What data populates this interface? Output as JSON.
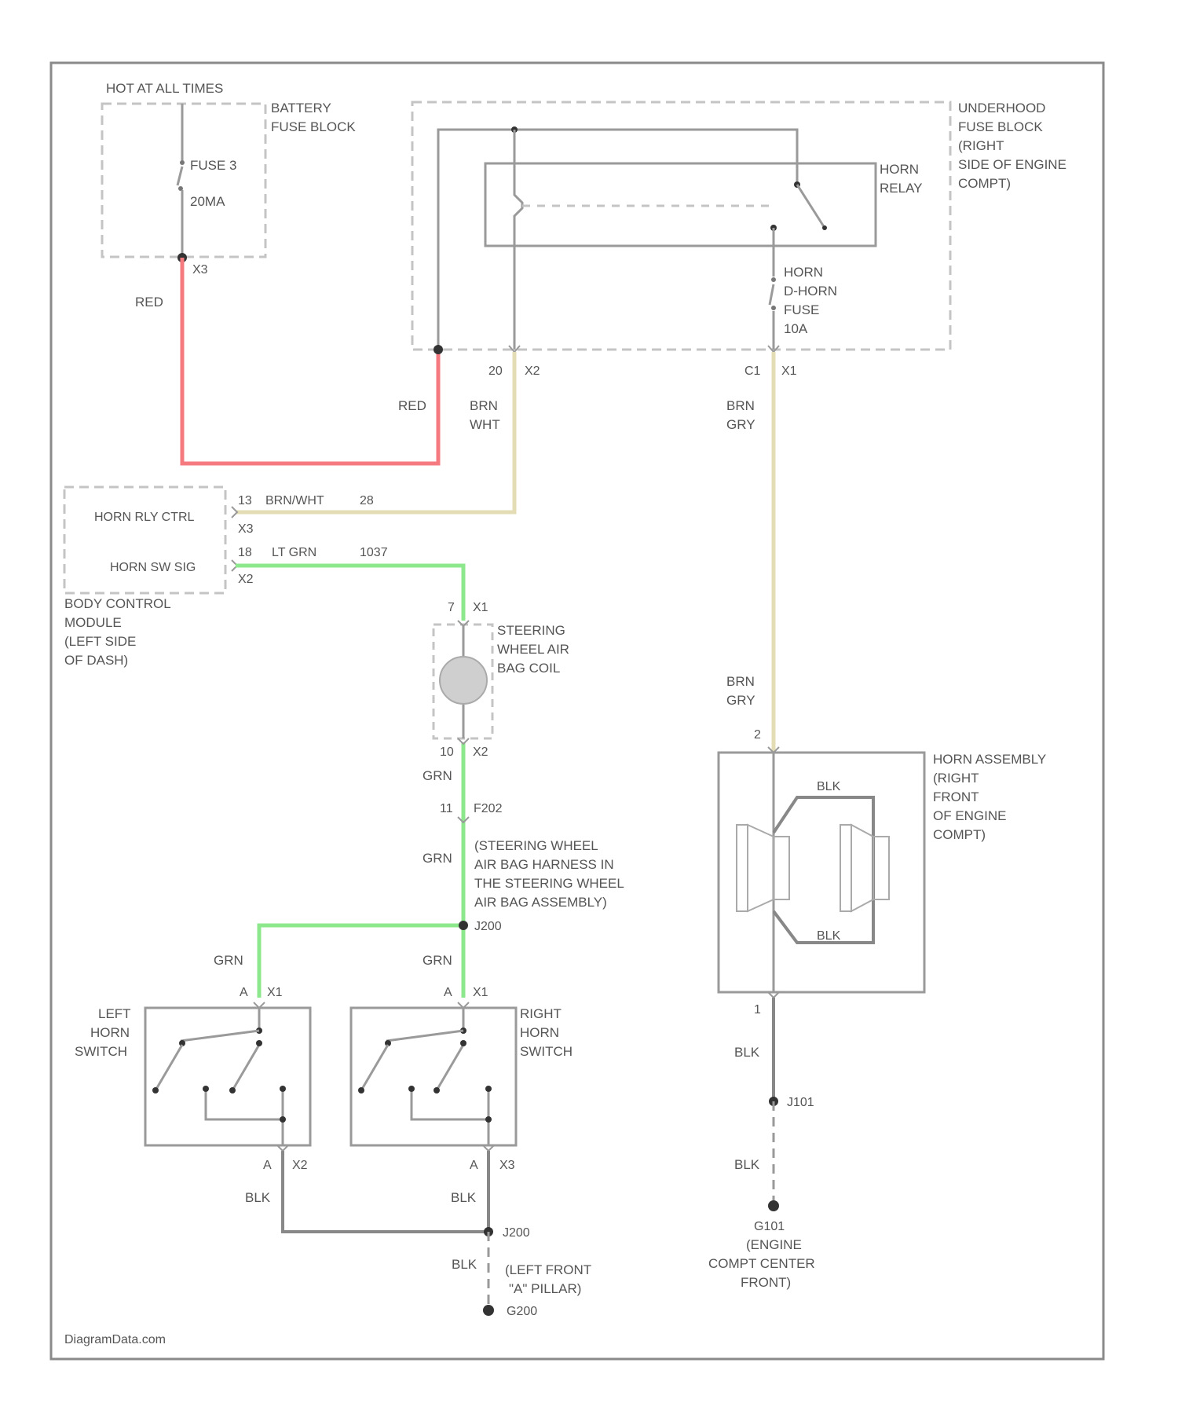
{
  "diagram": {
    "watermark": "DiagramData.com",
    "battery_fuse_block": {
      "top_label": "HOT AT ALL TIMES",
      "name": [
        "BATTERY",
        "FUSE BLOCK"
      ],
      "fuse": [
        "FUSE 3",
        "20MA"
      ],
      "connector": "X3"
    },
    "underhood_fuse_block": {
      "name": [
        "UNDERHOOD",
        "FUSE BLOCK",
        "(RIGHT",
        "SIDE OF ENGINE",
        "COMPT)"
      ],
      "relay_name": [
        "HORN",
        "RELAY"
      ],
      "fuse": [
        "HORN",
        "D-HORN",
        "FUSE",
        "10A"
      ],
      "pin_left": "20",
      "conn_left": "X2",
      "pin_right": "C1",
      "conn_right": "X1"
    },
    "wire_labels": {
      "red_left": "RED",
      "red_right": "RED",
      "brn_wht": [
        "BRN",
        "WHT"
      ],
      "brn_gry_top": [
        "BRN",
        "GRY"
      ],
      "brn_gry_lower": [
        "BRN",
        "GRY"
      ],
      "grn_1": "GRN",
      "grn_2": "GRN",
      "grn_left_switch": "GRN",
      "grn_right_switch": "GRN",
      "blk_left": "BLK",
      "blk_right": "BLK",
      "blk_ground": "BLK",
      "blk_horn_1": "BLK",
      "blk_horn_2": "BLK"
    },
    "bcm": {
      "pin1_name": "HORN RLY CTRL",
      "pin1_num": "13",
      "pin1_conn": "X3",
      "pin1_wire": "BRN/WHT",
      "pin1_circuit": "28",
      "pin2_name": "HORN SW SIG",
      "pin2_num": "18",
      "pin2_conn": "X2",
      "pin2_wire": "LT GRN",
      "pin2_circuit": "1037",
      "name": [
        "BODY CONTROL",
        "MODULE",
        "(LEFT SIDE",
        "OF DASH)"
      ]
    },
    "air_bag_coil": {
      "name": [
        "STEERING",
        "WHEEL AIR",
        "BAG COIL"
      ],
      "top_pin": "7",
      "top_conn": "X1",
      "bottom_pin": "10",
      "bottom_conn": "X2"
    },
    "harness": {
      "pin": "11",
      "conn": "F202",
      "name": [
        "(STEERING WHEEL",
        "AIR BAG HARNESS IN",
        "THE STEERING WHEEL",
        "AIR BAG ASSEMBLY)"
      ],
      "splice": "J200"
    },
    "left_switch": {
      "name": [
        "LEFT",
        "HORN",
        "SWITCH"
      ],
      "top_pin": "A",
      "top_conn": "X1",
      "bottom_pin": "A",
      "bottom_conn": "X2"
    },
    "right_switch": {
      "name": [
        "RIGHT",
        "HORN",
        "SWITCH"
      ],
      "top_pin": "A",
      "top_conn": "X1",
      "bottom_pin": "A",
      "bottom_conn": "X3"
    },
    "bottom_splice": "J200",
    "ground_left": {
      "name": [
        "(LEFT FRONT",
        "\"A\" PILLAR)"
      ],
      "id": "G200"
    },
    "horn": {
      "name": [
        "HORN ASSEMBLY",
        "(RIGHT",
        "FRONT",
        "OF ENGINE",
        "COMPT)"
      ],
      "top_pin": "2",
      "bottom_pin": "1",
      "blk_top": "BLK",
      "blk_bottom": "BLK",
      "splice": "J101"
    },
    "ground_right": {
      "id": "G101",
      "name": [
        "(ENGINE",
        "COMPT CENTER",
        "FRONT)"
      ]
    },
    "colors": {
      "red": "#f47a80",
      "green": "#8de88d",
      "tan": "#e3dcb5",
      "wire_gray": "#9a9a9a",
      "box_gray": "#bdbdbd",
      "dash": "#c4c4c4"
    }
  }
}
